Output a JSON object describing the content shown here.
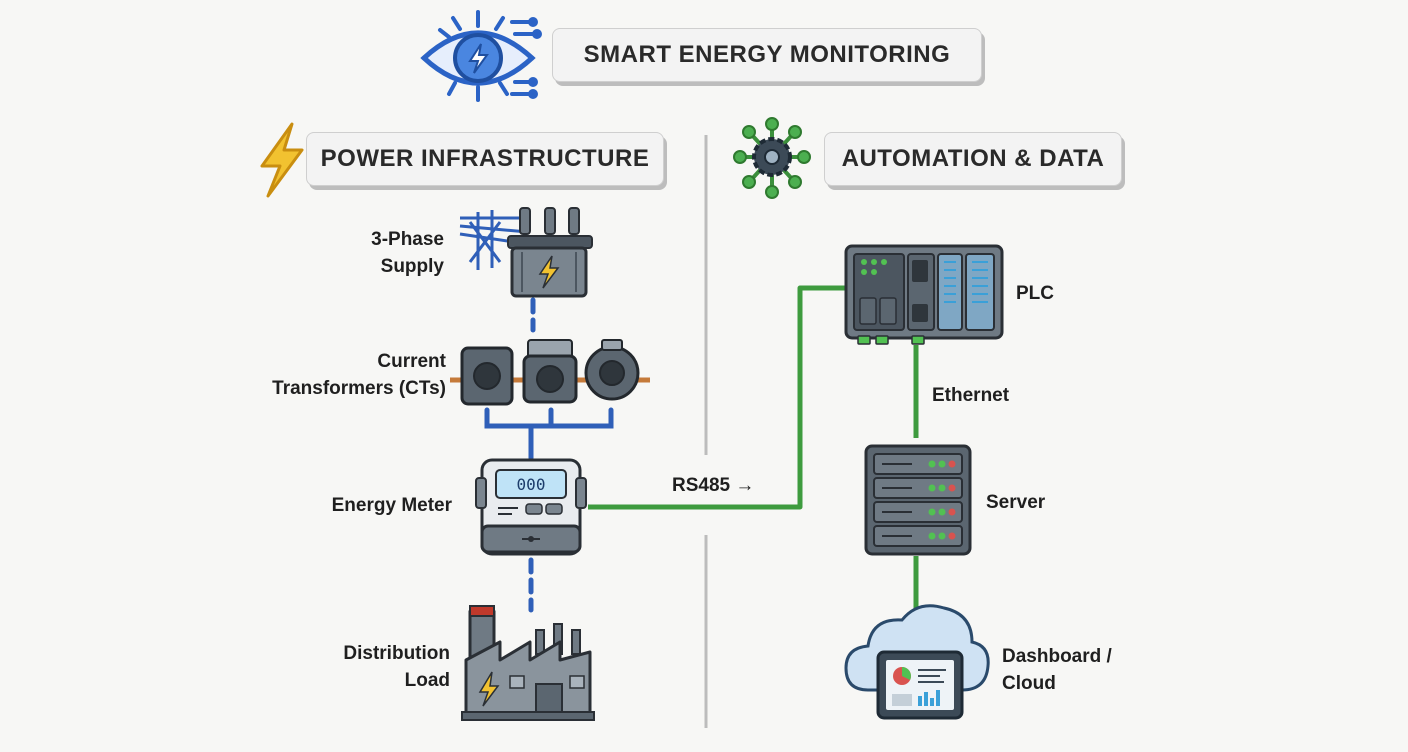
{
  "title": "SMART ENERGY MONITORING",
  "sections": {
    "left": "POWER INFRASTRUCTURE",
    "right": "AUTOMATION & DATA"
  },
  "left_nodes": {
    "supply": [
      "3-Phase",
      "Supply"
    ],
    "cts": [
      "Current",
      "Transformers (CTs)"
    ],
    "meter": "Energy Meter",
    "meter_display": "000",
    "load": [
      "Distribution",
      "Load"
    ]
  },
  "right_nodes": {
    "plc": "PLC",
    "server": "Server",
    "cloud": [
      "Dashboard /",
      "Cloud"
    ]
  },
  "links": {
    "rs485": "RS485 →",
    "ethernet": "Ethernet"
  },
  "colors": {
    "power_line": "#2f5fb8",
    "data_line": "#3e9b3e",
    "bolt": "#f2c230",
    "eye": "#2b63c6",
    "gear": "#3b8f3b"
  }
}
